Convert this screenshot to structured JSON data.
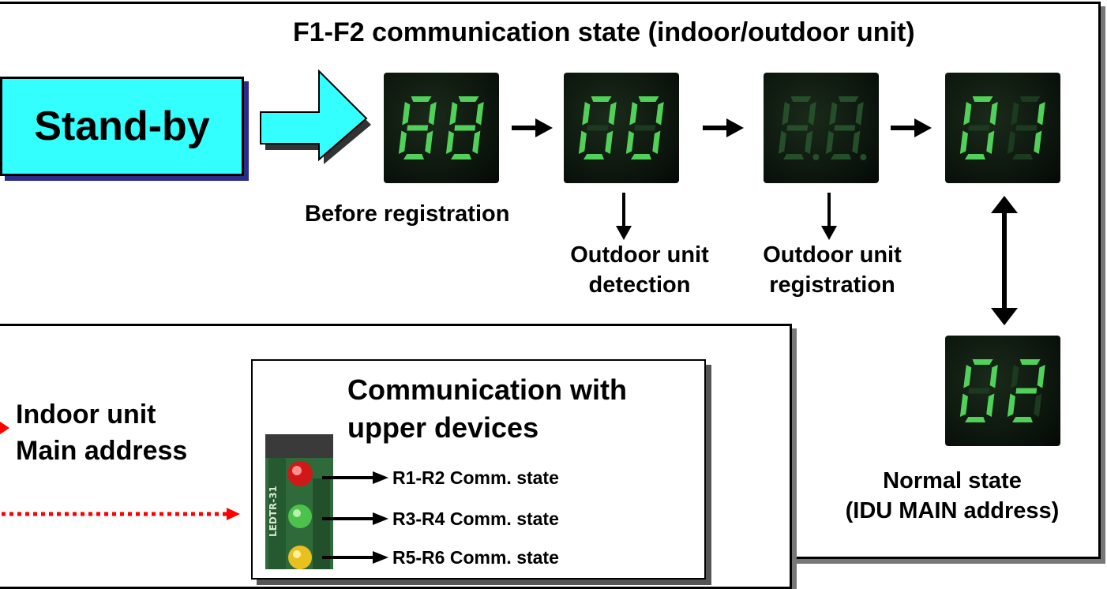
{
  "header": {
    "title": "F1-F2 communication state (indoor/outdoor unit)"
  },
  "standby": {
    "label": "Stand-by"
  },
  "displays": [
    {
      "text": "88",
      "state": "on"
    },
    {
      "text": "00",
      "state": "on"
    },
    {
      "text": "8.8.",
      "state": "dim"
    },
    {
      "text": "01",
      "state": "on"
    },
    {
      "text": "02",
      "state": "on"
    }
  ],
  "labels": {
    "before_registration": "Before registration",
    "outdoor_detection_line1": "Outdoor unit",
    "outdoor_detection_line2": "detection",
    "outdoor_registration_line1": "Outdoor unit",
    "outdoor_registration_line2": "registration",
    "normal_state_line1": "Normal state",
    "normal_state_line2": "(IDU MAIN address)"
  },
  "indoor": {
    "line1": "Indoor unit",
    "line2": "Main address"
  },
  "comm_box": {
    "title_line1": "Communication with",
    "title_line2": "upper devices",
    "leds": [
      {
        "label": "R1-R2 Comm. state",
        "color": "#e02020"
      },
      {
        "label": "R3-R4 Comm. state",
        "color": "#38c838"
      },
      {
        "label": "R5-R6 Comm. state",
        "color": "#f0d020"
      }
    ]
  },
  "colors": {
    "standby_fill": "#33ffff",
    "arrow_fill": "#33ffff",
    "segment_on": "#52d15a",
    "dotted_arrow": "#ff0000"
  }
}
